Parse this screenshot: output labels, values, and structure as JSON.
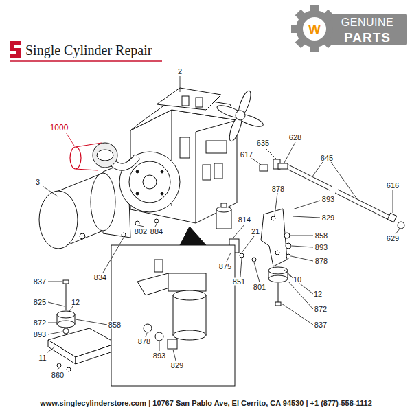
{
  "diagram": {
    "labels": [
      "Single Cylinder Repair",
      "W",
      "GENUINE",
      "PARTS",
      "2",
      "1000",
      "3",
      "635",
      "628",
      "617",
      "645",
      "616",
      "629",
      "878",
      "893",
      "829",
      "814",
      "21",
      "858",
      "893",
      "878",
      "10",
      "802",
      "884",
      "834",
      "875",
      "851",
      "801",
      "12",
      "872",
      "837",
      "837",
      "825",
      "12",
      "872",
      "893",
      "858",
      "11",
      "860",
      "878",
      "893",
      "829",
      "www.singlecylinderstore.com | 10767 San Pablo Ave, El Cerrito, CA 94530 | +1 (877)-558-1112"
    ]
  }
}
